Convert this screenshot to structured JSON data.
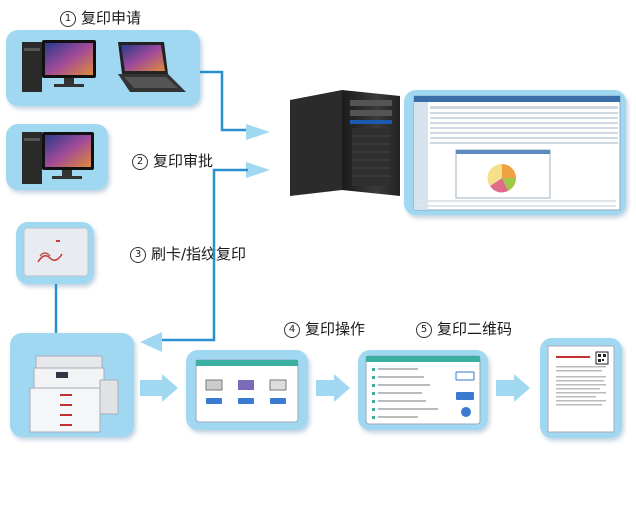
{
  "steps": [
    {
      "num": "1",
      "label": "复印申请"
    },
    {
      "num": "2",
      "label": "复印审批"
    },
    {
      "num": "3",
      "label": "刷卡/指纹复印"
    },
    {
      "num": "4",
      "label": "复印操作"
    },
    {
      "num": "5",
      "label": "复印二维码"
    }
  ],
  "colors": {
    "panel": "#9fd8f0",
    "arrow": "#1a8fd6",
    "connector": "#2a8fd0",
    "tablet_header": "#3bb0a0"
  },
  "icons": [
    "desktop-pc-icon",
    "laptop-icon",
    "server-tower-icon",
    "card-reader-icon",
    "copier-icon",
    "tablet-icon",
    "document-qr-icon"
  ]
}
